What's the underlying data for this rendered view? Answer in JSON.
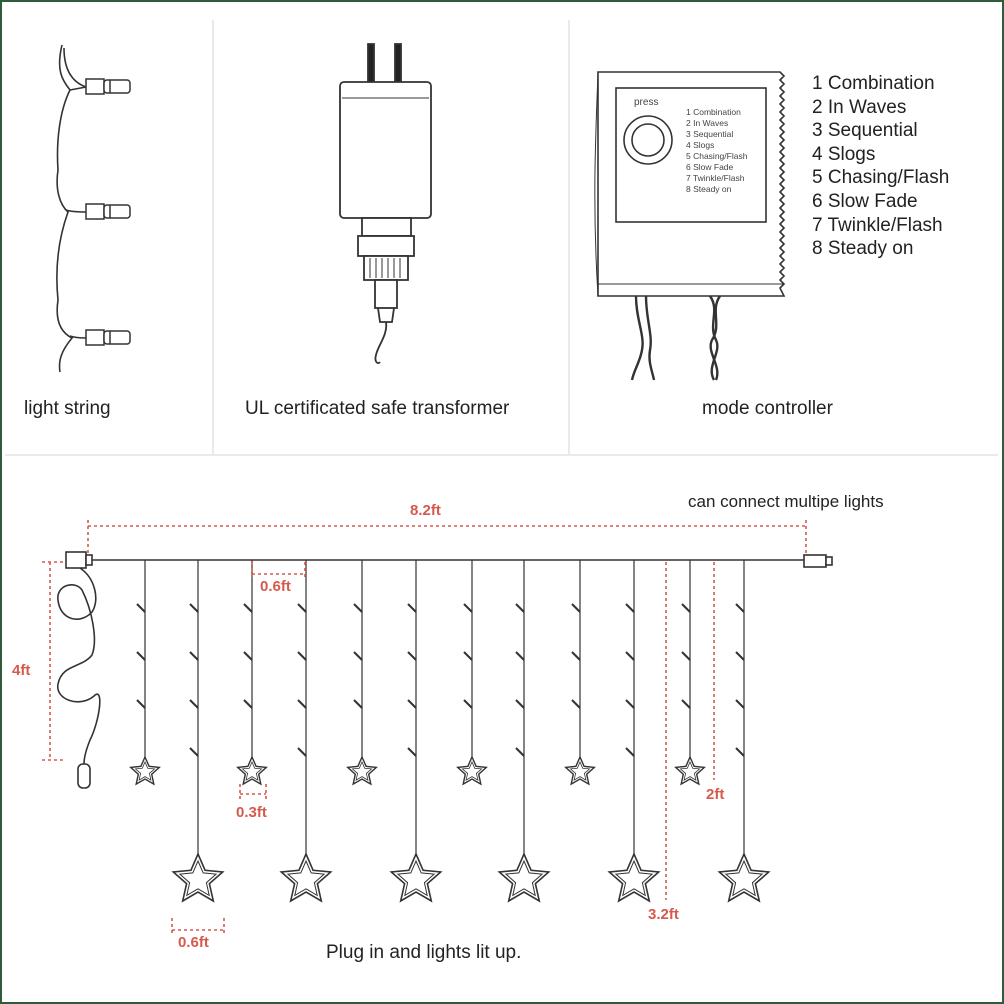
{
  "panels": {
    "light_string_label": "light string",
    "transformer_label": "UL certificated safe transformer",
    "controller_label": "mode controller"
  },
  "controller": {
    "button_label": "press",
    "modes": [
      "1 Combination",
      "2 In Waves",
      "3 Sequential",
      "4 Slogs",
      "5 Chasing/Flash",
      "6 Slow Fade",
      "7 Twinkle/Flash",
      "8 Steady on"
    ]
  },
  "curtain": {
    "width_label": "8.2ft",
    "connect_note": "can connect multipe lights",
    "height_label": "4ft",
    "spacing_label": "0.6ft",
    "small_star_drop_label": "0.3ft",
    "short_drop_label": "2ft",
    "long_drop_label": "3.2ft",
    "star_width_label": "0.6ft",
    "caption": "Plug in and lights lit up."
  },
  "colors": {
    "line": "#333333",
    "dimension": "#d65a4c",
    "divider": "#e4e4e4",
    "border": "#2f5b3c"
  }
}
